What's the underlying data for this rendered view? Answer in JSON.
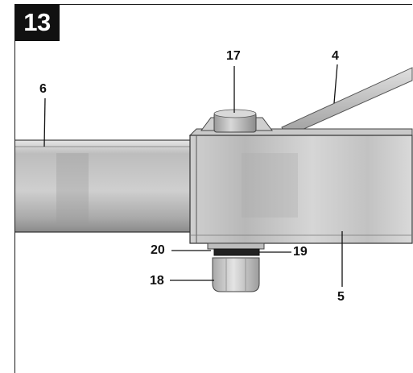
{
  "figure": {
    "number": "13"
  },
  "callouts": [
    {
      "id": "part-17",
      "label": "17"
    },
    {
      "id": "part-4",
      "label": "4"
    },
    {
      "id": "part-6",
      "label": "6"
    },
    {
      "id": "part-20",
      "label": "20"
    },
    {
      "id": "part-19",
      "label": "19"
    },
    {
      "id": "part-18",
      "label": "18"
    },
    {
      "id": "part-5",
      "label": "5"
    }
  ],
  "colors": {
    "tube_light": "#dcdcdc",
    "tube_mid": "#b9b9b9",
    "tube_dark": "#8e8e8e",
    "outline": "#333333",
    "label_box": "#111111"
  }
}
